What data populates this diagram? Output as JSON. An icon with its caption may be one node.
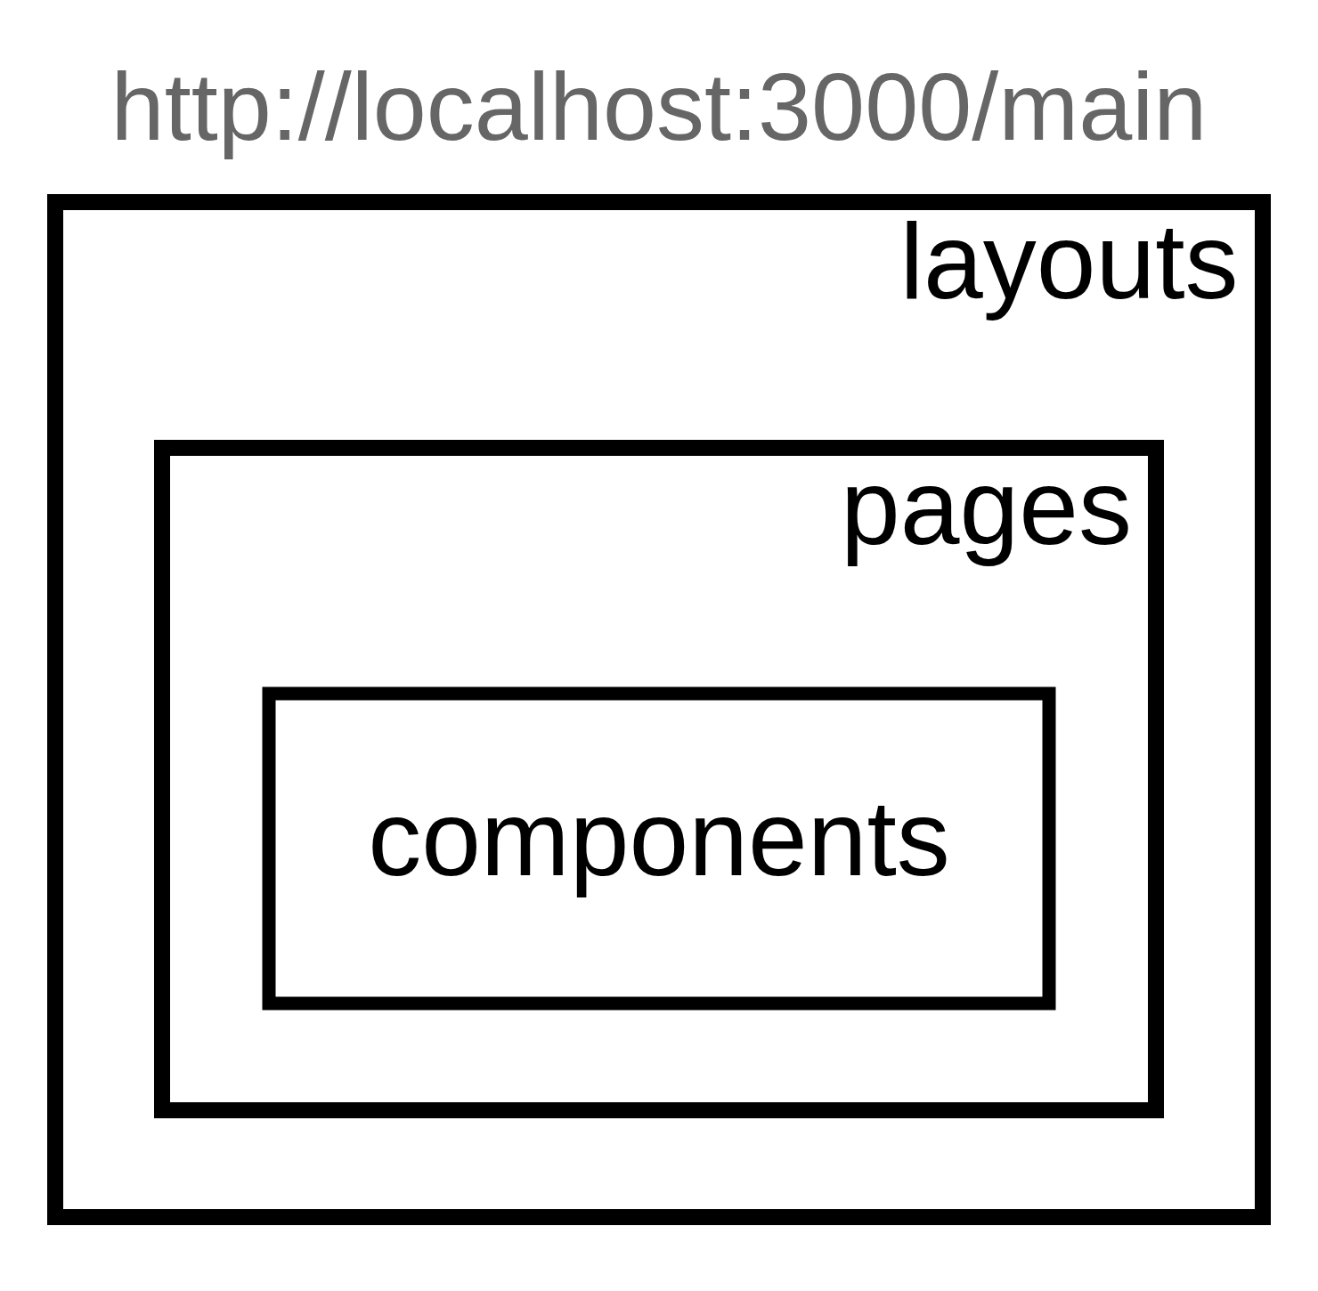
{
  "diagram": {
    "title": "http://localhost:3000/main",
    "nodes": [
      {
        "text": [
          "layouts"
        ]
      },
      {
        "text": [
          "pages"
        ],
        "in": 0
      },
      {
        "text": [
          "components"
        ],
        "in": 1
      }
    ],
    "edges": []
  }
}
